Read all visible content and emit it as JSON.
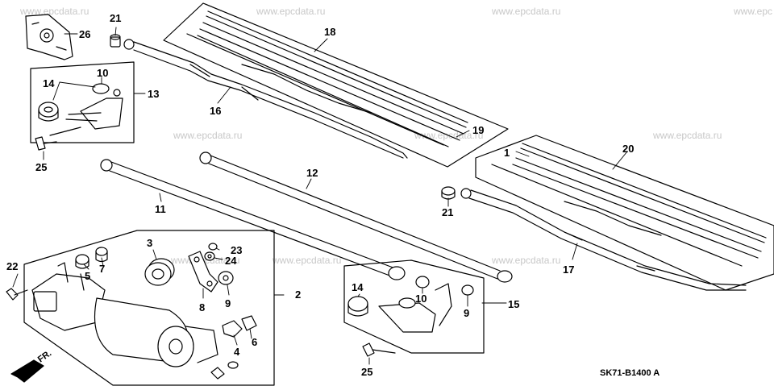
{
  "watermarks": [
    "www.epcdata.ru",
    "www.epcdata.ru",
    "www.epcdata.ru",
    "www.epc",
    "www.epcdata.ru",
    "www.epcdata.ru",
    "www.epcdata.ru",
    "www.epcdata.ru",
    "www.epcdata.ru",
    "www.epcdata.ru"
  ],
  "callouts": {
    "p1": "1",
    "p2": "2",
    "p3": "3",
    "p4": "4",
    "p5": "5",
    "p6": "6",
    "p7": "7",
    "p8": "8",
    "p9a": "9",
    "p9b": "9",
    "p10a": "10",
    "p10b": "10",
    "p11": "11",
    "p12": "12",
    "p13": "13",
    "p14a": "14",
    "p14b": "14",
    "p15": "15",
    "p16": "16",
    "p17": "17",
    "p18": "18",
    "p19": "19",
    "p20": "20",
    "p21a": "21",
    "p21b": "21",
    "p22": "22",
    "p23": "23",
    "p24": "24",
    "p25a": "25",
    "p25b": "25",
    "p26": "26"
  },
  "direction_label": "FR.",
  "diagram_code": "SK71-B1400 A"
}
